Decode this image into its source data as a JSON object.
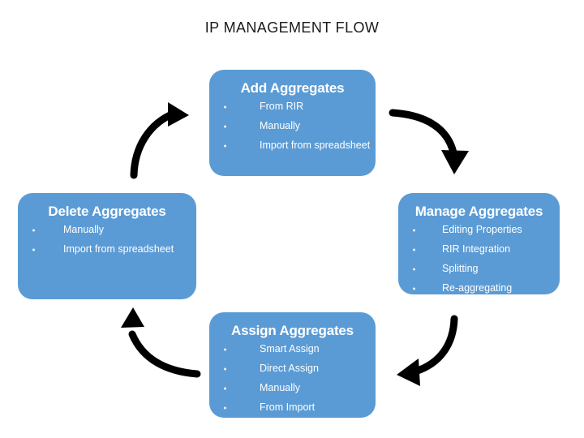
{
  "page": {
    "title": "IP MANAGEMENT FLOW",
    "background_color": "#ffffff",
    "node_color": "#5b9bd5",
    "node_text_color": "#ffffff",
    "arrow_color": "#000000"
  },
  "nodes": {
    "add": {
      "title": "Add Aggregates",
      "items": [
        "From RIR",
        "Manually",
        "Import from spreadsheet"
      ]
    },
    "manage": {
      "title": "Manage Aggregates",
      "items": [
        "Editing Properties",
        "RIR Integration",
        "Splitting",
        "Re-aggregating"
      ]
    },
    "assign": {
      "title": "Assign Aggregates",
      "items": [
        "Smart Assign",
        "Direct Assign",
        "Manually",
        "From Import"
      ]
    },
    "delete": {
      "title": "Delete Aggregates",
      "items": [
        "Manually",
        "Import from spreadsheet"
      ]
    }
  },
  "arrows": [
    {
      "id": "add-to-manage",
      "from": "add",
      "to": "manage",
      "direction": "down-right"
    },
    {
      "id": "manage-to-assign",
      "from": "manage",
      "to": "assign",
      "direction": "down-left"
    },
    {
      "id": "assign-to-delete",
      "from": "assign",
      "to": "delete",
      "direction": "up-left"
    },
    {
      "id": "delete-to-add",
      "from": "delete",
      "to": "add",
      "direction": "up-right"
    }
  ]
}
